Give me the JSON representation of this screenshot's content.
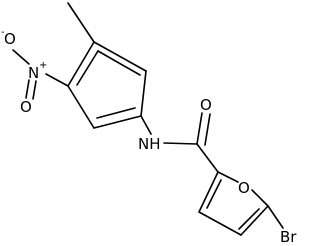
{
  "molecule": {
    "atoms": {
      "n_nitro": "N",
      "n_nitro_charge": "+",
      "o_nitro_top": "O",
      "o_nitro_top_charge": "-",
      "o_nitro_bottom": "O",
      "amide_n": "NH",
      "amide_o": "O",
      "furan_o": "O",
      "br": "Br"
    },
    "bond_color": "#000000",
    "label_color": "#000000",
    "background": "#ffffff"
  }
}
